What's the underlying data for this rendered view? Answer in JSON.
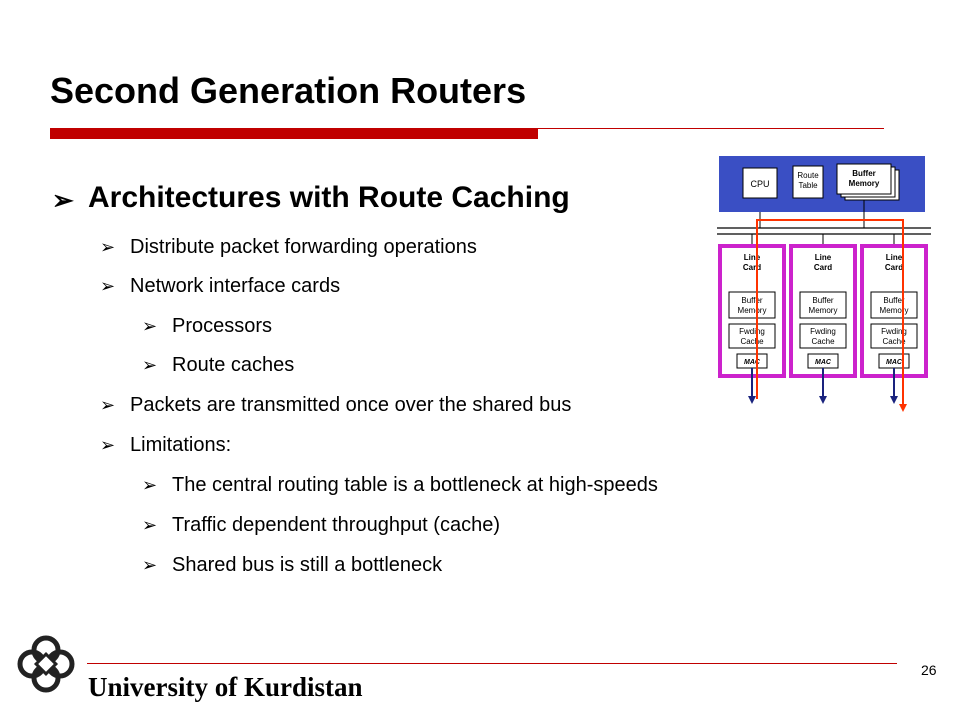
{
  "slide": {
    "title": "Second Generation Routers",
    "page_number": "26"
  },
  "bullets": [
    {
      "level": 1,
      "text": "Architectures with Route Caching"
    },
    {
      "level": 2,
      "text": "Distribute packet forwarding operations"
    },
    {
      "level": 2,
      "text": "Network interface cards"
    },
    {
      "level": 3,
      "text": "Processors"
    },
    {
      "level": 3,
      "text": "Route caches"
    },
    {
      "level": 2,
      "text": "Packets are transmitted once over the shared bus"
    },
    {
      "level": 2,
      "text": "Limitations:"
    },
    {
      "level": 3,
      "text": "The central routing table is a bottleneck at high-speeds"
    },
    {
      "level": 3,
      "text": "Traffic dependent throughput (cache)"
    },
    {
      "level": 3,
      "text": "Shared bus is still a bottleneck"
    }
  ],
  "bullet_glyph": "➢",
  "diagram": {
    "cpu_label": "CPU",
    "route_table_line1": "Route",
    "route_table_line2": "Table",
    "buffer_memory_line1": "Buffer",
    "buffer_memory_line2": "Memory",
    "line_card_line1": "Line",
    "line_card_line2": "Card",
    "card_buffer_line1": "Buffer",
    "card_buffer_line2": "Memory",
    "fwding_cache_line1": "Fwding",
    "fwding_cache_line2": "Cache",
    "mac_label": "MAC"
  },
  "footer": {
    "university": "University of Kurdistan"
  },
  "colors": {
    "accent": "#c00000",
    "cpu_board": "#3a4fc4",
    "line_card_border": "#cc22cc",
    "data_path": "#ff3300",
    "arrow_dark": "#1a237e"
  }
}
